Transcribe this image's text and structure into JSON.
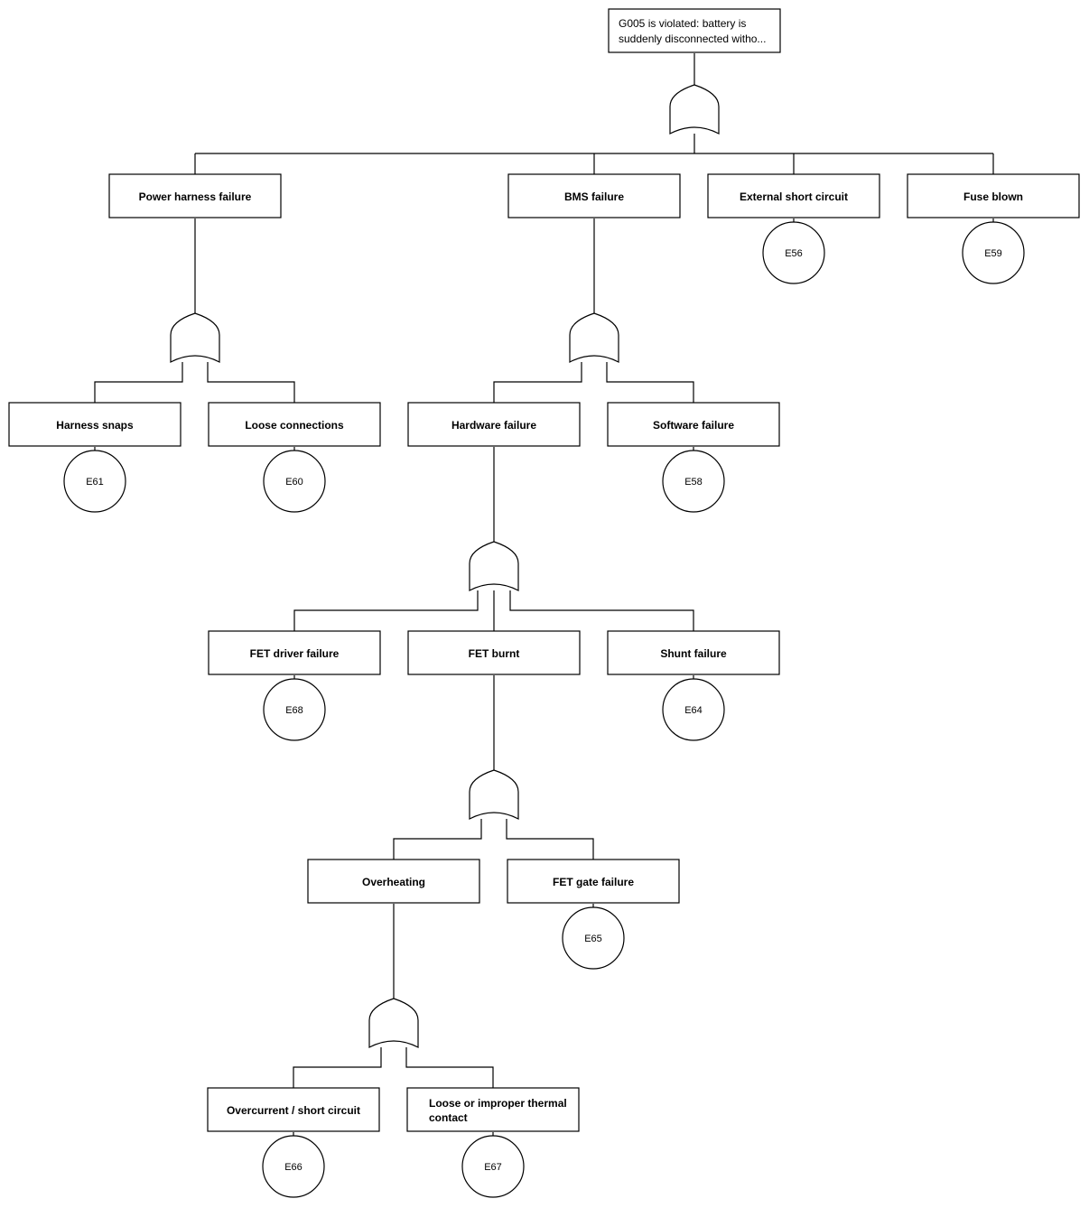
{
  "top_event": {
    "lines": [
      "G005 is violated: battery is",
      "suddenly disconnected witho..."
    ]
  },
  "nodes": {
    "power_harness": {
      "label": "Power harness failure"
    },
    "bms": {
      "label": "BMS failure"
    },
    "external_short": {
      "label": "External short circuit",
      "event_id": "E56"
    },
    "fuse_blown": {
      "label": "Fuse blown",
      "event_id": "E59"
    },
    "harness_snaps": {
      "label": "Harness snaps",
      "event_id": "E61"
    },
    "loose_connections": {
      "label": "Loose connections",
      "event_id": "E60"
    },
    "hardware_failure": {
      "label": "Hardware failure"
    },
    "software_failure": {
      "label": "Software failure",
      "event_id": "E58"
    },
    "fet_driver_failure": {
      "label": "FET driver failure",
      "event_id": "E68"
    },
    "fet_burnt": {
      "label": "FET burnt"
    },
    "shunt_failure": {
      "label": "Shunt failure",
      "event_id": "E64"
    },
    "overheating": {
      "label": "Overheating"
    },
    "fet_gate_failure": {
      "label": "FET gate failure",
      "event_id": "E65"
    },
    "overcurrent": {
      "label": "Overcurrent / short circuit",
      "event_id": "E66"
    },
    "thermal_contact": {
      "lines": [
        "Loose or improper thermal",
        "contact"
      ],
      "event_id": "E67"
    }
  },
  "gates": [
    {
      "id": "gate-top",
      "type": "OR",
      "parent": "top_event",
      "children": [
        "power_harness",
        "bms",
        "external_short",
        "fuse_blown"
      ]
    },
    {
      "id": "gate-power-harness",
      "type": "OR",
      "parent": "power_harness",
      "children": [
        "harness_snaps",
        "loose_connections"
      ]
    },
    {
      "id": "gate-bms",
      "type": "OR",
      "parent": "bms",
      "children": [
        "hardware_failure",
        "software_failure"
      ]
    },
    {
      "id": "gate-hardware",
      "type": "OR",
      "parent": "hardware_failure",
      "children": [
        "fet_driver_failure",
        "fet_burnt",
        "shunt_failure"
      ]
    },
    {
      "id": "gate-fet-burnt",
      "type": "OR",
      "parent": "fet_burnt",
      "children": [
        "overheating",
        "fet_gate_failure"
      ]
    },
    {
      "id": "gate-overheating",
      "type": "OR",
      "parent": "overheating",
      "children": [
        "overcurrent",
        "thermal_contact"
      ]
    }
  ]
}
